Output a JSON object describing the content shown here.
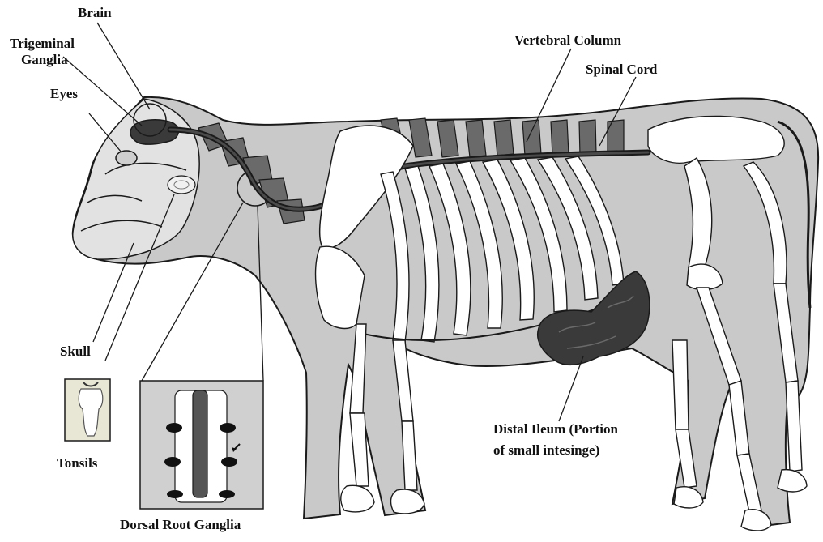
{
  "labels": {
    "brain": "Brain",
    "trigeminal_line1": "Trigeminal",
    "trigeminal_line2": "Ganglia",
    "eyes": "Eyes",
    "vertebral_column": "Vertebral Column",
    "spinal_cord": "Spinal Cord",
    "skull": "Skull",
    "tonsils": "Tonsils",
    "dorsal_root_ganglia": "Dorsal Root Ganglia",
    "distal_ileum_line1": "Distal Ileum (Portion",
    "distal_ileum_line2": "of small intesinge)"
  },
  "colors": {
    "body_fill": "#c9c9c9",
    "head_fill": "#e2e2e2",
    "bone_fill": "#ffffff",
    "vertebra_dark": "#6a6a6a",
    "tissue_dark": "#3a3a3a",
    "outline": "#1a1a1a",
    "inset_fill": "#d0d0d0",
    "tonsil_inset_fill": "#e8e6d4"
  }
}
